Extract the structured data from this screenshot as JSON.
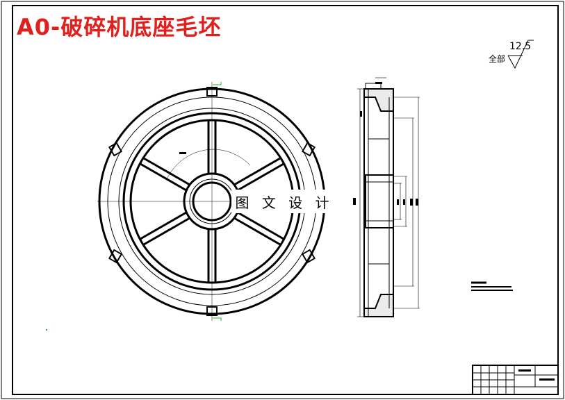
{
  "drawing": {
    "title": "A0-破碎机底座毛坯",
    "watermark": "图 文 设 计",
    "roughness": {
      "note": "全部",
      "value": "12.5"
    },
    "colors": {
      "title": "#e0201c",
      "lines": "#000000",
      "leader": "#2fa82f"
    }
  }
}
